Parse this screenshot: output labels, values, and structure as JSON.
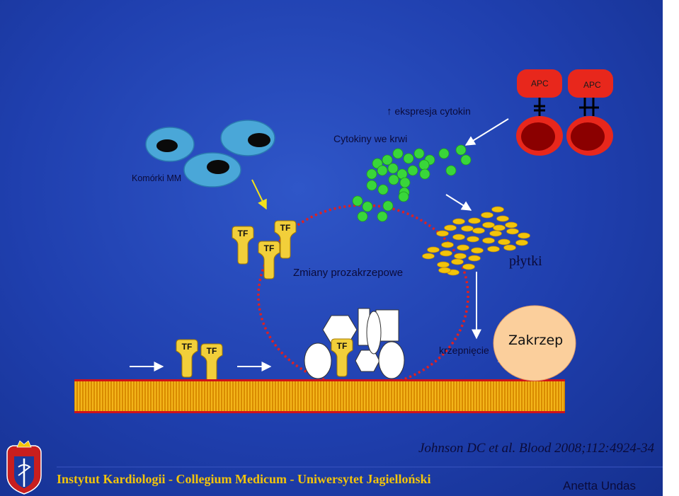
{
  "labels": {
    "cytokine_expression": "ekspresja cytokin",
    "cytokines_in_blood": "Cytokiny we krwi",
    "mm_cells": "Komórki MM",
    "procoagulant_changes": "Zmiany prozakrzepowe",
    "platelets": "płytki",
    "coagulation": "krzepnięcie",
    "clot": "Zakrzep",
    "apc": "APC",
    "tf": "TF"
  },
  "citation": "Johnson DC et al. Blood 2008;112:4924-34",
  "institution": "Instytut Kardiologii - Collegium Medicum - Uniwersytet Jagielloński",
  "author": "Anetta Undas",
  "colors": {
    "background": "#1f3fae",
    "cytokine": "#39d63a",
    "platelet": "#f2c40a",
    "tf_receptor": "#f2cf3a",
    "clot": "#fbcf9c",
    "apc_cell": "#e8271c",
    "apc_nucleus": "#8b0000",
    "vessel_wall": "#e5a000"
  }
}
